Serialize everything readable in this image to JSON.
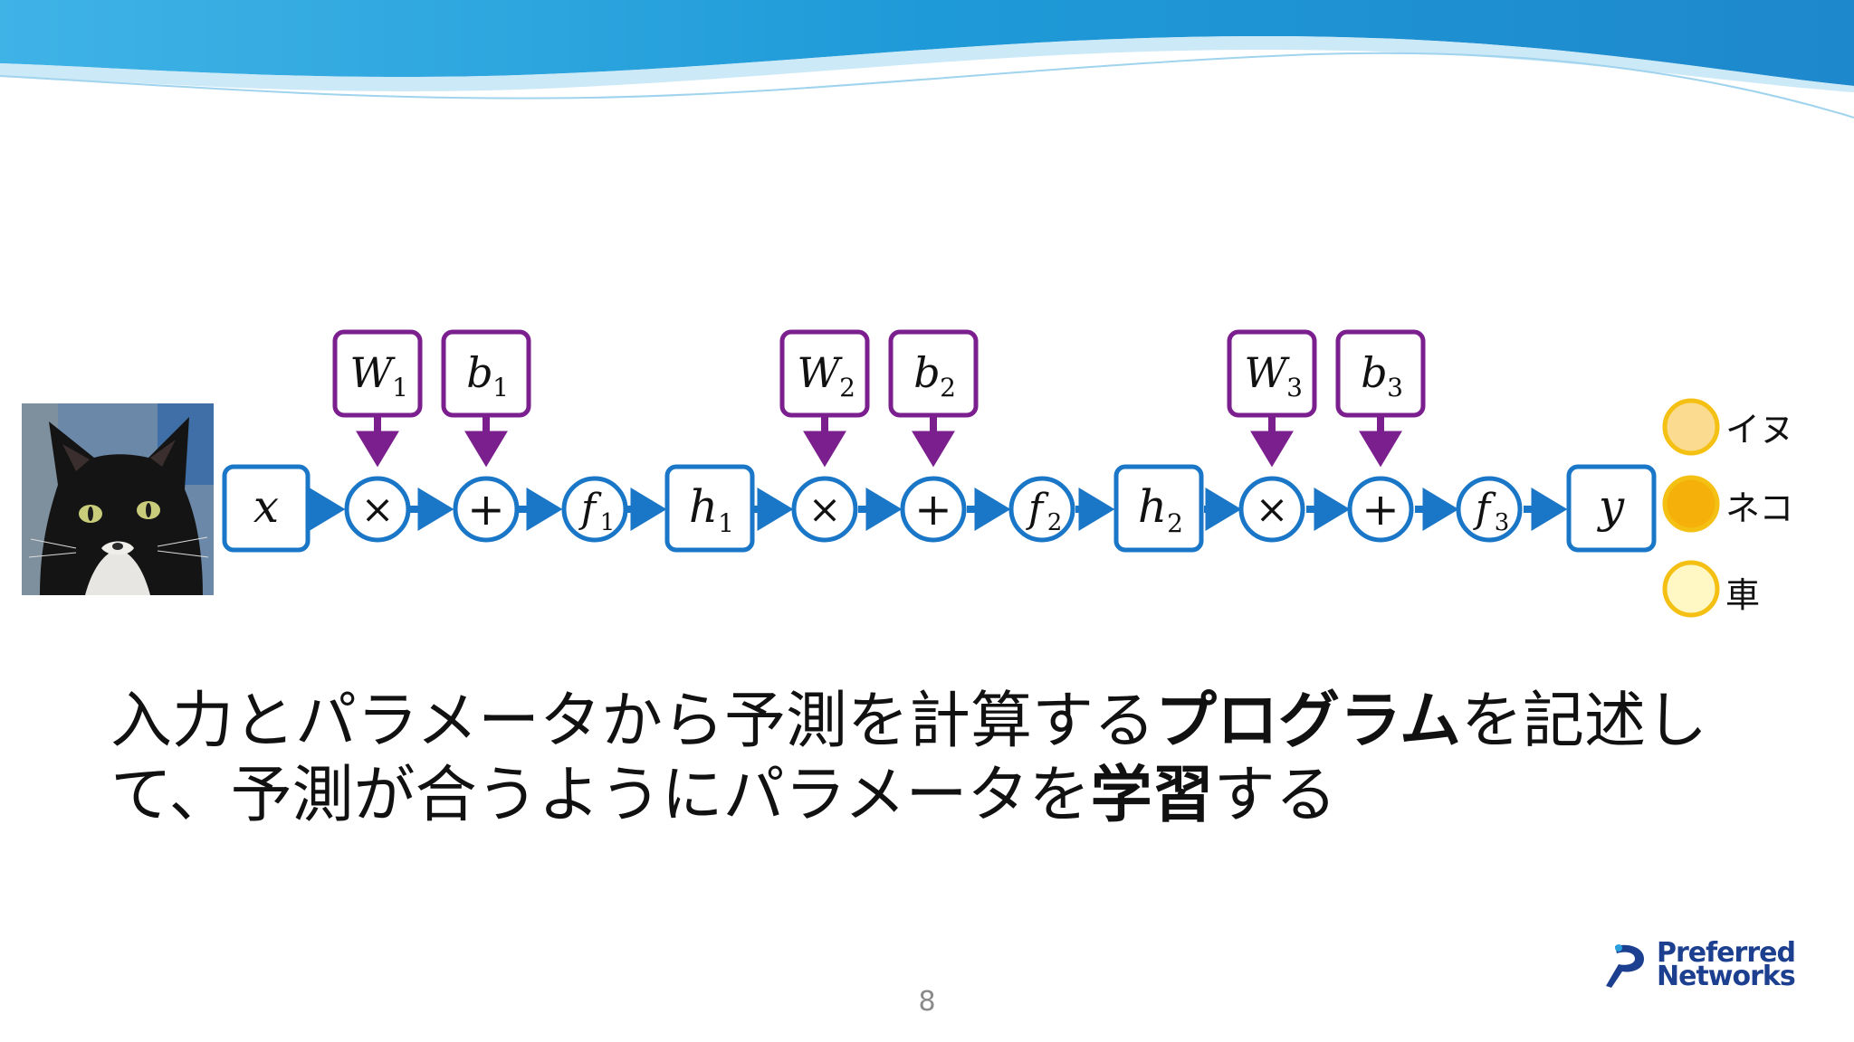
{
  "colors": {
    "flow_blue": "#1a76c6",
    "param_purple": "#7b1f8f",
    "banner_blue": "#2aa0dc",
    "out_dog": "#fbdb8f",
    "out_cat": "#f5b10a",
    "out_car": "#fff7c4",
    "out_ring": "#f4c014"
  },
  "image": {
    "name": "cat-photo"
  },
  "diagram": {
    "input": "x",
    "output": "y",
    "stages": [
      {
        "weight": "W",
        "weight_sub": "1",
        "bias": "b",
        "bias_sub": "1",
        "op_mul": "×",
        "op_add": "+",
        "fn": "f",
        "fn_sub": "1",
        "hidden": "h",
        "hidden_sub": "1"
      },
      {
        "weight": "W",
        "weight_sub": "2",
        "bias": "b",
        "bias_sub": "2",
        "op_mul": "×",
        "op_add": "+",
        "fn": "f",
        "fn_sub": "2",
        "hidden": "h",
        "hidden_sub": "2"
      },
      {
        "weight": "W",
        "weight_sub": "3",
        "bias": "b",
        "bias_sub": "3",
        "op_mul": "×",
        "op_add": "+",
        "fn": "f",
        "fn_sub": "3"
      }
    ],
    "outputs": [
      {
        "label": "イヌ",
        "level": "medium"
      },
      {
        "label": "ネコ",
        "level": "high"
      },
      {
        "label": "車",
        "level": "low"
      }
    ]
  },
  "text": {
    "line1_a": "入力とパラメータから予測を計算する",
    "line1_b": "プログラム",
    "line1_c": "を記述し",
    "line2_a": "て、予測が合うようにパラメータを",
    "line2_b": "学習",
    "line2_c": "する"
  },
  "page_number": "8",
  "logo": {
    "line1": "Preferred",
    "line2": "Networks"
  }
}
